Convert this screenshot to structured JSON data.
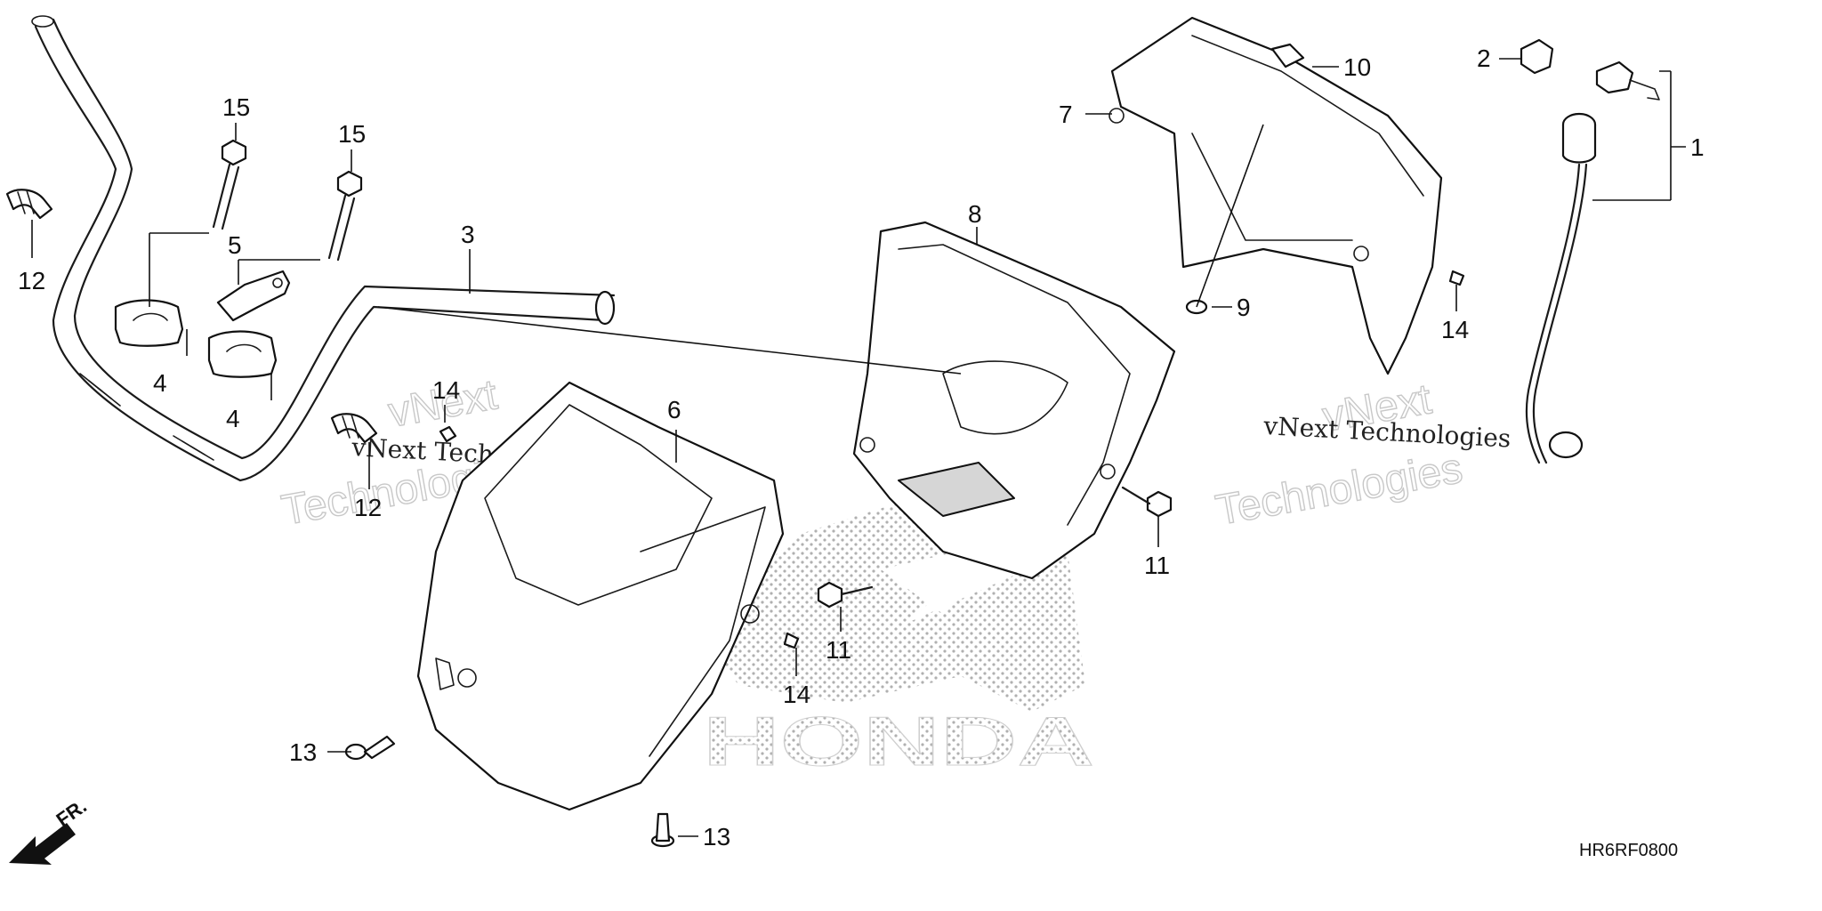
{
  "diagram": {
    "reference_code": "HR6RF0800",
    "direction_label": "FR.",
    "logo_text": "HONDA",
    "watermarks": [
      "vNext",
      "Technologies",
      "vNext Technologies",
      "vNext",
      "vNext Technologies",
      "Technologies"
    ],
    "callouts": [
      {
        "id": "c1",
        "label": "1"
      },
      {
        "id": "c2",
        "label": "2"
      },
      {
        "id": "c3",
        "label": "3"
      },
      {
        "id": "c4a",
        "label": "4"
      },
      {
        "id": "c4b",
        "label": "4"
      },
      {
        "id": "c5",
        "label": "5"
      },
      {
        "id": "c6",
        "label": "6"
      },
      {
        "id": "c7",
        "label": "7"
      },
      {
        "id": "c8",
        "label": "8"
      },
      {
        "id": "c9",
        "label": "9"
      },
      {
        "id": "c10",
        "label": "10"
      },
      {
        "id": "c11a",
        "label": "11"
      },
      {
        "id": "c11b",
        "label": "11"
      },
      {
        "id": "c12a",
        "label": "12"
      },
      {
        "id": "c12b",
        "label": "12"
      },
      {
        "id": "c13a",
        "label": "13"
      },
      {
        "id": "c13b",
        "label": "13"
      },
      {
        "id": "c14a",
        "label": "14"
      },
      {
        "id": "c14b",
        "label": "14"
      },
      {
        "id": "c14c",
        "label": "14"
      },
      {
        "id": "c15a",
        "label": "15"
      },
      {
        "id": "c15b",
        "label": "15"
      }
    ]
  }
}
